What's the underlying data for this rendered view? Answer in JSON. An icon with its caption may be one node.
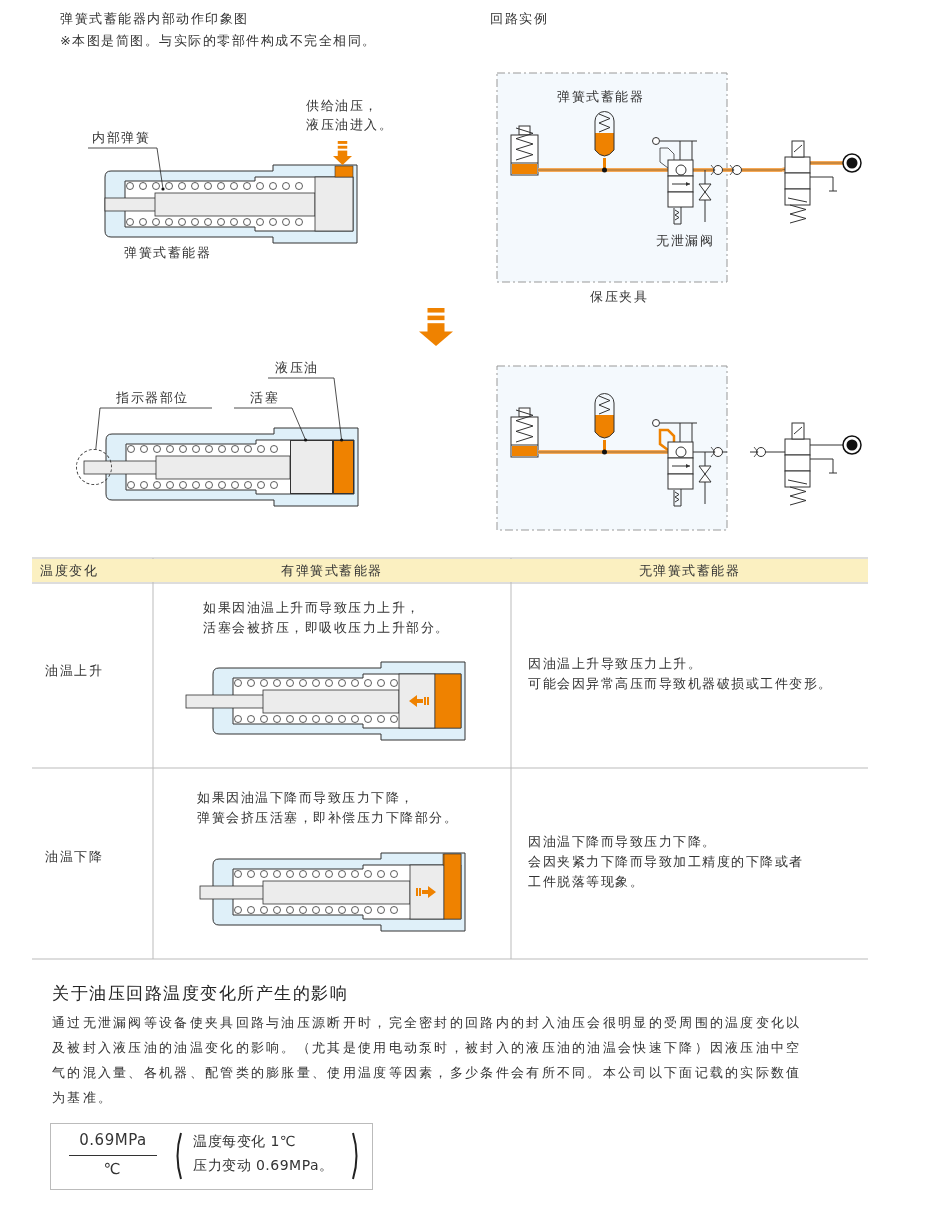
{
  "diagram": {
    "nodes": [
      {
        "text": [
          "内部弹簧"
        ]
      },
      {
        "text": [
          "指示器部位"
        ]
      },
      {
        "text": [],
        "shape": "circle"
      },
      {
        "text": [
          "活塞"
        ]
      },
      {
        "text": [
          "液压油"
        ]
      },
      {
        "text": [],
        "shape": "box"
      },
      {
        "text": [],
        "shape": "box"
      }
    ],
    "edges": [
      {
        "from": 0,
        "to": null,
        "arrow": "other"
      },
      {
        "from": 1,
        "to": 2,
        "arrow": "none"
      },
      {
        "from": 3,
        "to": 5,
        "arrow": "other"
      },
      {
        "from": 4,
        "to": 6,
        "arrow": "other"
      }
    ],
    "labels": [
      "弹簧式蓄能器内部动作印象图",
      "※本图是简图。与实际的零部件构成不完全相同。",
      "回路实例",
      "供给油压，液压油进入。",
      "弹簧式蓄能器",
      "弹簧式蓄能器",
      "无泄漏阀",
      "保压夹具",
      "温度变化",
      "有弹簧式蓄能器",
      "无弹簧式蓄能器",
      "油温上升",
      "如果因油温上升而导致压力上升，活塞会被挤压，即吸收压力上升部分。",
      "因油温上升导致压力上升。可能会因异常高压而导致机器破损或工件变形。",
      "油温下降",
      "如果因油温下降而导致压力下降，弹簧会挤压活塞，即补偿压力下降部分。",
      "因油温下降而导致压力下降。会因夹紧力下降而导致加工精度的下降或者工件脱落等现象。",
      "关于油压回路温度变化所产生的影响",
      "通过无泄漏阀等设备使夹具回路与油压源断开时，完全密封的回路内的封入油压会很明显的受周围的温度变化以及被封入液压油的油温变化的影响。（尤其是使用电动泵时，被封入的液压油的油温会快速下降）因液压油中空气的混入量、各机器、配管类的膨胀量、使用温度等因素，多少条件会有所不同。本公司以下面记载的实际数值为基准。",
      "0.69MPa",
      "℃",
      "温度每变化 1℃",
      "压力变动 0.69MPa。"
    ]
  }
}
